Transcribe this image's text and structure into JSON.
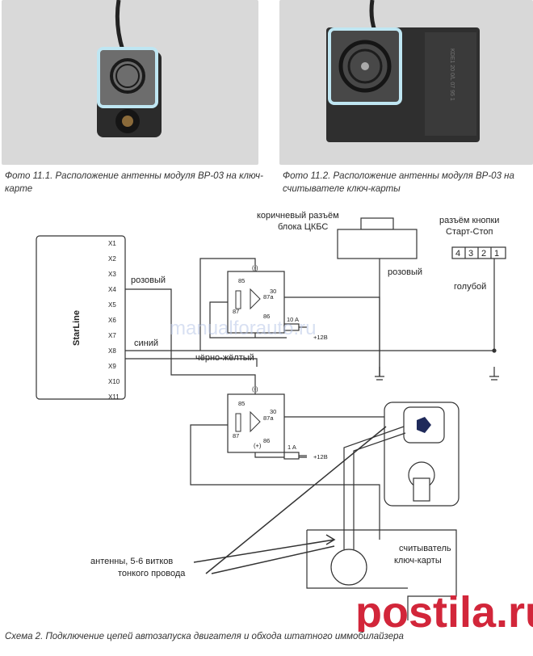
{
  "photos": {
    "photo1_caption": "Фото 11.1. Расположение антенны модуля BP-03 на ключ-карте",
    "photo2_caption": "Фото 11.2. Расположение антенны модуля BP-03 на считывателе ключ-карты",
    "photo2_plate_text": "KDE1 20 0/L 07 95 1"
  },
  "diagram": {
    "starline_brand": "StarLine",
    "pins": [
      "X1",
      "X2",
      "X3",
      "X4",
      "X5",
      "X6",
      "X7",
      "X8",
      "X9",
      "X10",
      "X11"
    ],
    "wire_pink": "розовый",
    "wire_blue": "синий",
    "wire_black_yellow": "чёрно-жёлтый",
    "wire_pink_right": "розовый",
    "wire_light_blue": "голубой",
    "brown_connector": "коричневый разъём блока ЦКБС",
    "button_connector": "разъём кнопки Старт-Стоп",
    "button_pins": [
      "4",
      "3",
      "2",
      "1"
    ],
    "relay_pins": {
      "p85": "85",
      "p87": "87",
      "p87a": "87a",
      "p30": "30",
      "p86": "86"
    },
    "minus_sign": "(-)",
    "plus_sign": "(+)",
    "fuse1": "10 A",
    "fuse2": "1 A",
    "plus12": "+12В",
    "antenna_label": "антенны, 5-6 витков тонкого провода",
    "reader_label": "считыватель ключ-карты",
    "watermark": "manualforauto.ru",
    "scheme_caption": "Схема 2. Подключение цепей автозапуска двигателя и обхода штатного иммобилайзера",
    "brand_watermark": "postila.ru"
  },
  "colors": {
    "wire": "#333333",
    "highlight": "#bfe6f2",
    "brand": "#d2263a"
  }
}
